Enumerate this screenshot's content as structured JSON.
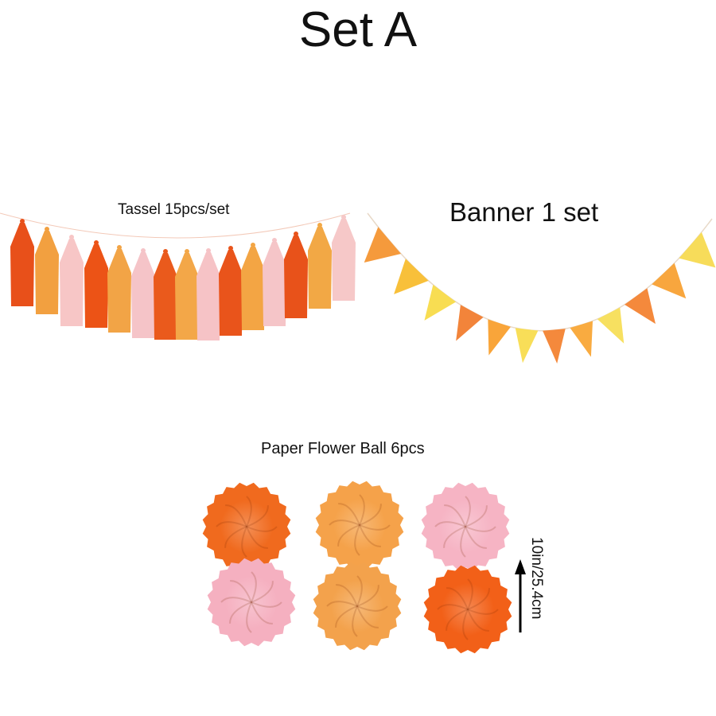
{
  "title": "Set A",
  "tassel": {
    "label": "Tassel 15pcs/set",
    "colors": [
      "#e8501a",
      "#f2a040",
      "#f7c6c6",
      "#ec5316",
      "#f2a446",
      "#f5c4c8",
      "#ea5a1c",
      "#f3a748",
      "#f6c3c6",
      "#e9541b",
      "#f3a544",
      "#f5c5c8",
      "#e8521a",
      "#f2a845",
      "#f6c8c8"
    ]
  },
  "banner": {
    "label": "Banner 1 set",
    "colors": [
      "#f59a3c",
      "#f8c03a",
      "#f8dd52",
      "#f2843a",
      "#f9a53a",
      "#f8de58",
      "#f4893c",
      "#f9ab40",
      "#f7e060",
      "#f4893c",
      "#f8a63e",
      "#f7dc5a"
    ]
  },
  "flowers": {
    "label": "Paper Flower Ball 6pcs",
    "colors": [
      "#f06a1e",
      "#f5a24a",
      "#f6b4c4",
      "#f5b0c0",
      "#f3a24c",
      "#f26018"
    ]
  },
  "size": {
    "label": "10in/25.4cm",
    "icon": "arrow-up-icon"
  }
}
